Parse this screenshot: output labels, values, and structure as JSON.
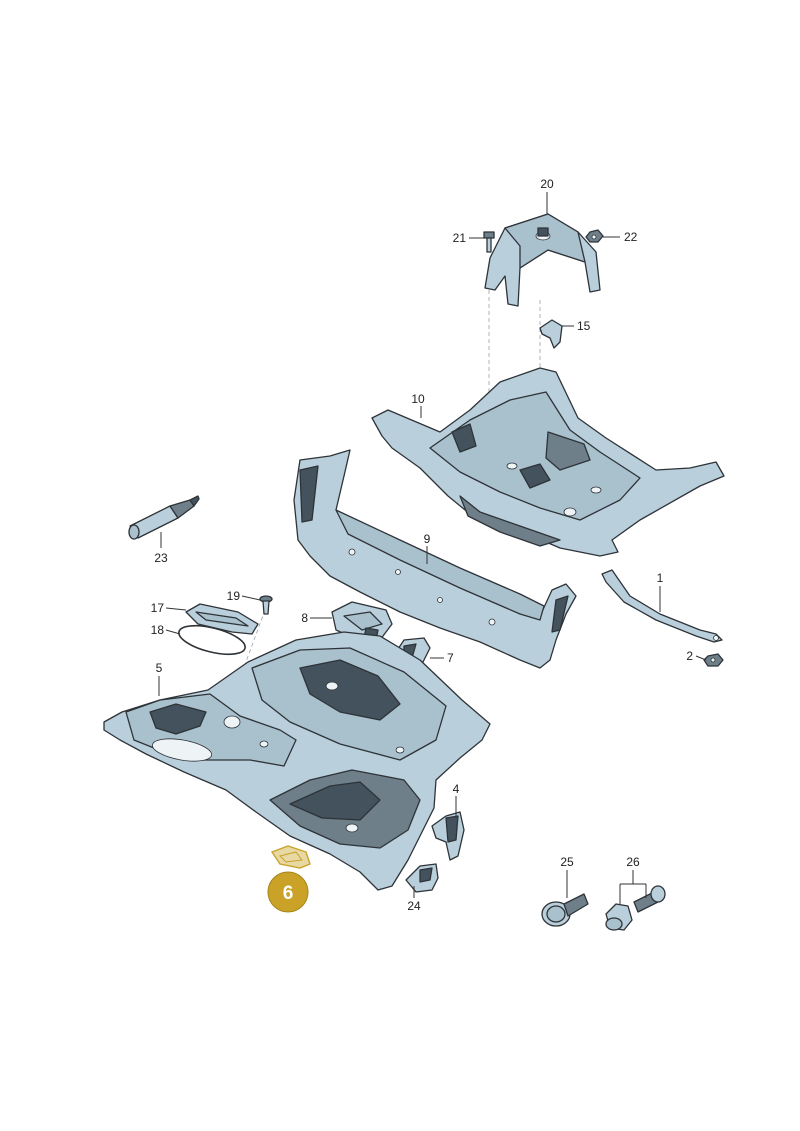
{
  "diagram": {
    "callouts": [
      {
        "id": "20",
        "text": "20"
      },
      {
        "id": "21",
        "text": "21"
      },
      {
        "id": "22",
        "text": "22"
      },
      {
        "id": "15",
        "text": "15"
      },
      {
        "id": "10",
        "text": "10"
      },
      {
        "id": "9",
        "text": "9"
      },
      {
        "id": "1",
        "text": "1"
      },
      {
        "id": "2",
        "text": "2"
      },
      {
        "id": "23",
        "text": "23"
      },
      {
        "id": "19",
        "text": "19"
      },
      {
        "id": "17",
        "text": "17"
      },
      {
        "id": "18",
        "text": "18"
      },
      {
        "id": "8",
        "text": "8"
      },
      {
        "id": "7",
        "text": "7"
      },
      {
        "id": "5",
        "text": "5"
      },
      {
        "id": "4",
        "text": "4"
      },
      {
        "id": "25",
        "text": "25"
      },
      {
        "id": "26",
        "text": "26"
      },
      {
        "id": "24",
        "text": "24"
      }
    ],
    "highlight": {
      "text": "6",
      "color": "#c9a227"
    },
    "colors": {
      "part_fill": "#b9cfdb",
      "outline": "#2e3338",
      "highlight": "#c9a227"
    }
  }
}
